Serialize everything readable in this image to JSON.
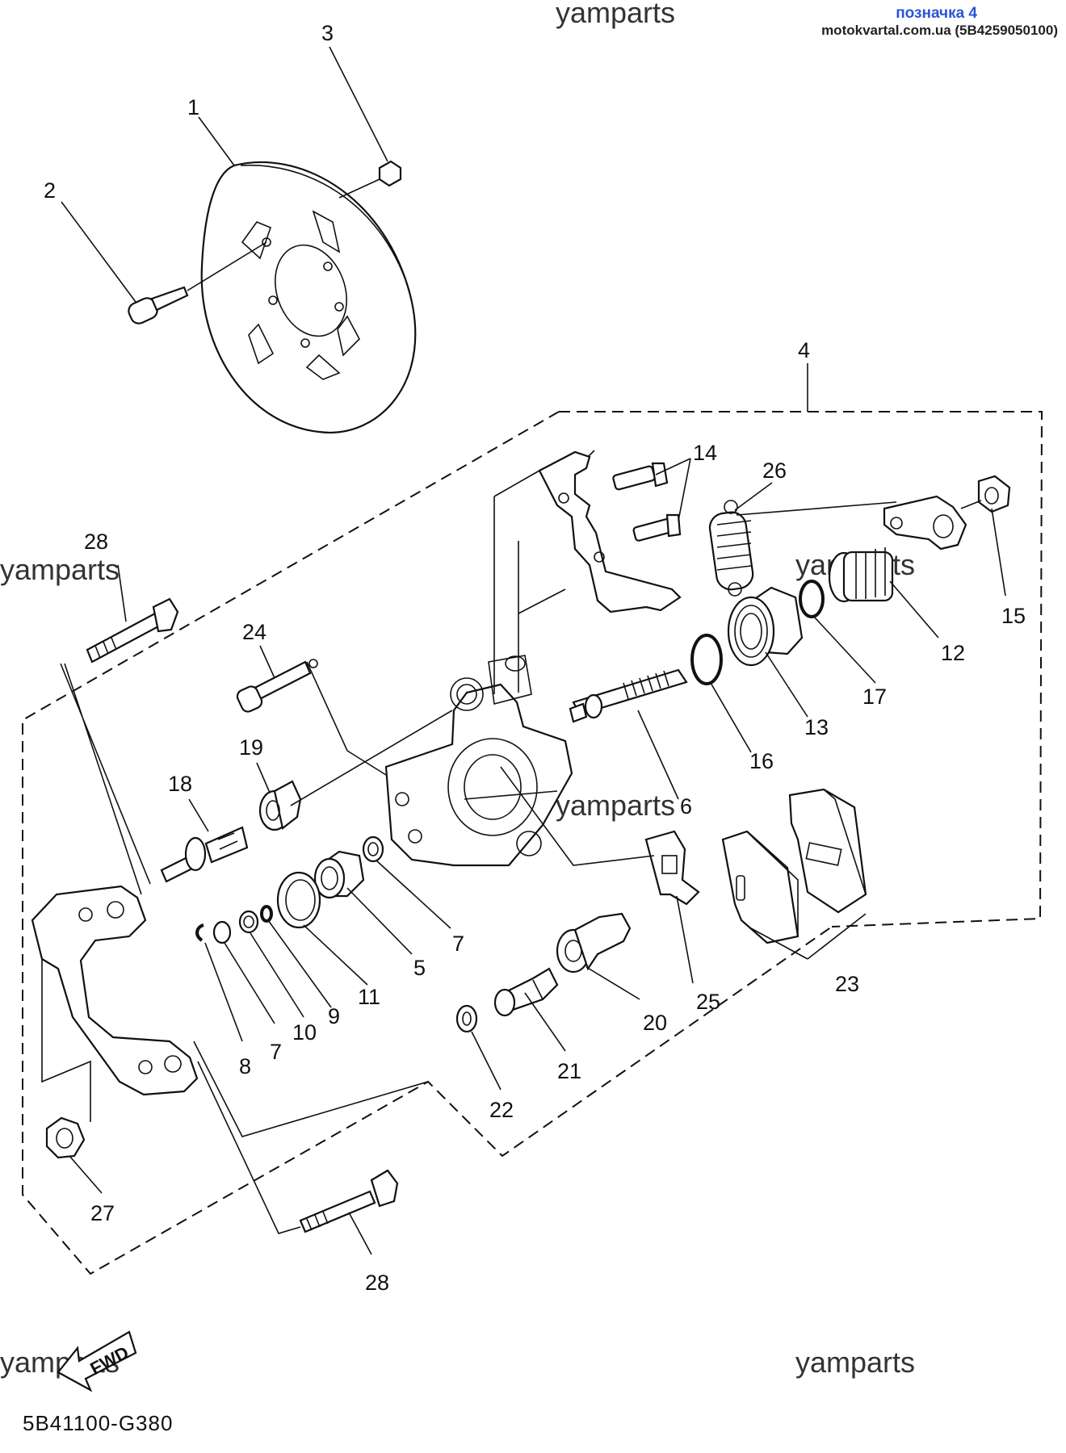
{
  "header": {
    "badge": "позначка 4",
    "site": "motokvartal.com.ua (5B4259050100)"
  },
  "watermarks": [
    "yamparts",
    "yamparts",
    "yamparts",
    "yamparts",
    "yamparts",
    "yamparts"
  ],
  "figure_code": "5B41100-G380",
  "fwd_label": "FWD",
  "callouts": {
    "c1": "1",
    "c2": "2",
    "c3": "3",
    "c4": "4",
    "c5": "5",
    "c6": "6",
    "c7a": "7",
    "c7b": "7",
    "c8": "8",
    "c9": "9",
    "c10": "10",
    "c11": "11",
    "c12": "12",
    "c13": "13",
    "c14": "14",
    "c15": "15",
    "c16": "16",
    "c17": "17",
    "c18": "18",
    "c19": "19",
    "c20": "20",
    "c21": "21",
    "c22": "22",
    "c23": "23",
    "c24": "24",
    "c25": "25",
    "c26": "26",
    "c27": "27",
    "c28a": "28",
    "c28b": "28"
  }
}
